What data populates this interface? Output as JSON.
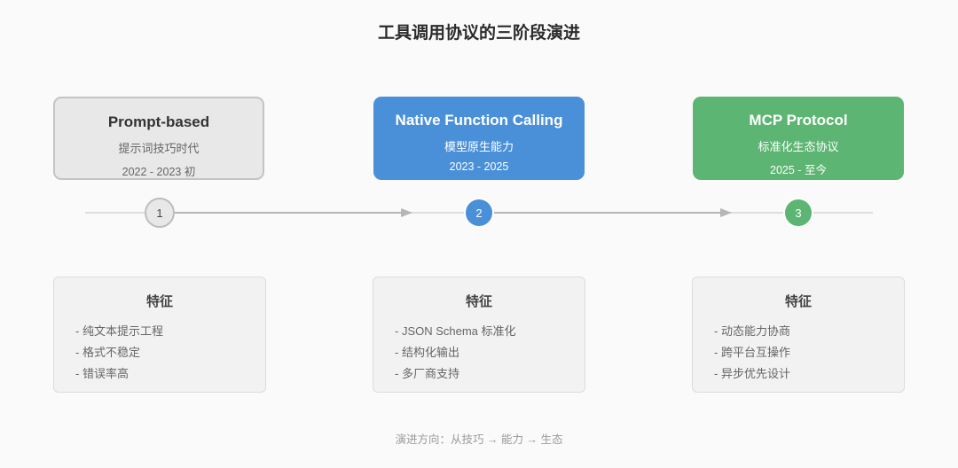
{
  "title": "工具调用协议的三阶段演进",
  "colors": {
    "stage1": "#e8e8e8",
    "stage2": "#4a90d9",
    "stage3": "#5cb572",
    "line": "#cfcfcf",
    "arrow": "#b5b5b5"
  },
  "stages": [
    {
      "name": "Prompt-based",
      "subtitle": "提示词技巧时代",
      "period": "2022 - 2023 初",
      "step": "1"
    },
    {
      "name": "Native Function Calling",
      "subtitle": "模型原生能力",
      "period": "2023 - 2025",
      "step": "2"
    },
    {
      "name": "MCP Protocol",
      "subtitle": "标准化生态协议",
      "period": "2025 - 至今",
      "step": "3"
    }
  ],
  "features": [
    {
      "title": "特征",
      "items": [
        "- 纯文本提示工程",
        "- 格式不稳定",
        "- 错误率高"
      ]
    },
    {
      "title": "特征",
      "items": [
        "- JSON Schema 标准化",
        "- 结构化输出",
        "- 多厂商支持"
      ]
    },
    {
      "title": "特征",
      "items": [
        "- 动态能力协商",
        "- 跨平台互操作",
        "- 异步优先设计"
      ]
    }
  ],
  "footer": "演进方向：从技巧 → 能力 → 生态"
}
